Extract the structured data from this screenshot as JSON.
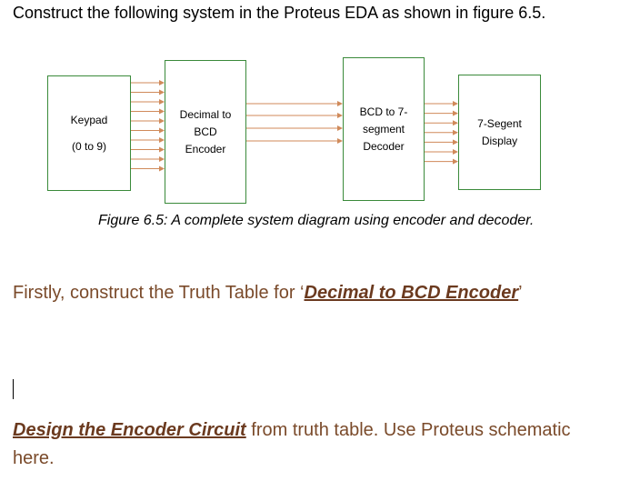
{
  "intro": "Construct the following system in the Proteus EDA as shown in figure 6.5.",
  "diagram": {
    "keypad": {
      "line1": "Keypad",
      "line2": "(0 to 9)"
    },
    "encoder": {
      "line1": "Decimal to",
      "line2": "BCD",
      "line3": "Encoder"
    },
    "decoder": {
      "line1": "BCD to 7-",
      "line2": "segment",
      "line3": "Decoder"
    },
    "display": {
      "line1": "7-Segent",
      "line2": "Display"
    },
    "box_border_color": "#3a8a3a",
    "arrow_color": "#d08a5a"
  },
  "caption": "Figure 6.5: A complete system diagram using encoder and decoder.",
  "step1": {
    "text_before": "Firstly, construct the Truth Table for ‘",
    "link": "Decimal to BCD Encoder",
    "text_after": "’"
  },
  "step2": {
    "link": "Design the Encoder Circuit",
    "text_after": " from truth table. Use Proteus schematic here."
  }
}
